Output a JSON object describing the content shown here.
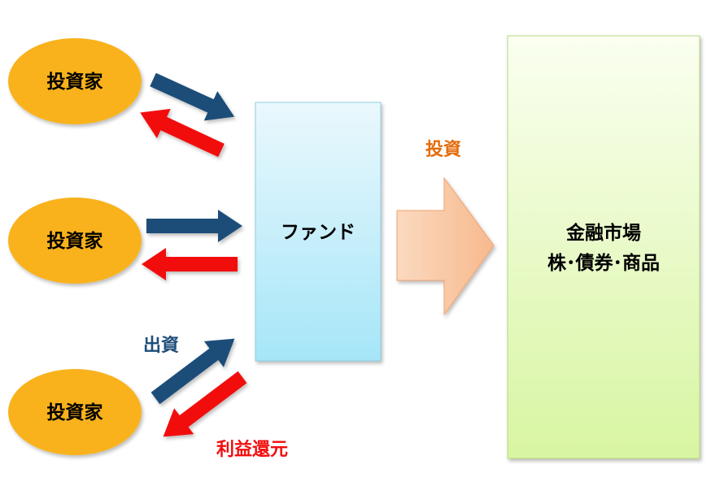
{
  "investors": [
    {
      "label": "投資家"
    },
    {
      "label": "投資家"
    },
    {
      "label": "投資家"
    }
  ],
  "fund": {
    "label": "ファンド"
  },
  "market": {
    "line1": "金融市場",
    "line2": "株･債券･商品"
  },
  "flows": {
    "invest_label": "投資",
    "contribution_label": "出資",
    "profit_return_label": "利益還元"
  },
  "colors": {
    "investor_fill": "#f9b21f",
    "contribution_arrow": "#1f4e79",
    "return_arrow": "#f20d0d",
    "invest_arrow": "#f8c7a4",
    "invest_text": "#e46c0a",
    "contribution_text": "#1f4e79",
    "return_text": "#f20d0d",
    "fund_fill_top": "#eaf8fd",
    "fund_fill_bottom": "#a6e6f8",
    "market_fill_top": "#fafff0",
    "market_fill_bottom": "#d8f5a2"
  },
  "icons": {
    "contribution": "arrow-right-icon",
    "return": "arrow-left-icon",
    "invest": "large-arrow-right-icon"
  }
}
